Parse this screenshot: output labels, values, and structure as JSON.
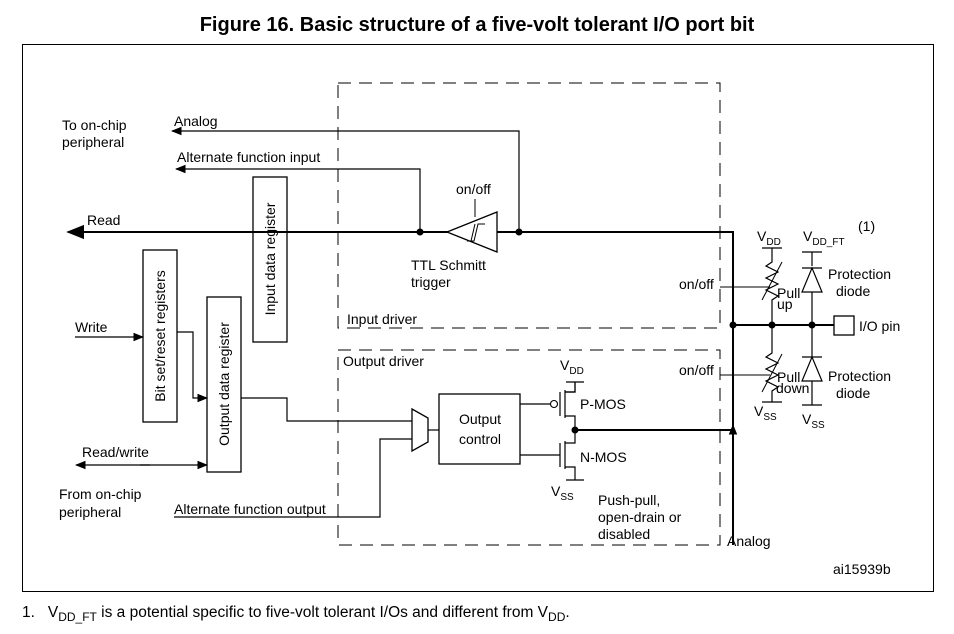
{
  "figure": {
    "title": "Figure 16. Basic structure of a five-volt tolerant I/O port bit",
    "ref_id": "ai15939b"
  },
  "labels": {
    "to_onchip_1": "To on-chip",
    "to_onchip_2": "peripheral",
    "analog_top": "Analog",
    "alt_func_input": "Alternate function input",
    "read": "Read",
    "input_data_register": "Input data register",
    "on_off_schmitt": "on/off",
    "ttl_schmitt_1": "TTL Schmitt",
    "ttl_schmitt_2": "trigger",
    "input_driver": "Input driver",
    "output_driver": "Output driver",
    "write": "Write",
    "bit_set_reset": "Bit set/reset registers",
    "output_data_register": "Output data register",
    "read_write": "Read/write",
    "from_onchip_1": "From on-chip",
    "from_onchip_2": "peripheral",
    "alt_func_output": "Alternate function output",
    "output_control_1": "Output",
    "output_control_2": "control",
    "vdd_pmos": "V",
    "vdd_sub": "DD",
    "pmos": "P-MOS",
    "nmos": "N-MOS",
    "vss_nmos": "V",
    "vss_sub": "SS",
    "push_pull_1": "Push-pull,",
    "push_pull_2": "open-drain or",
    "push_pull_3": "disabled",
    "analog_bottom": "Analog",
    "on_off_pullup": "on/off",
    "on_off_pulldown": "on/off",
    "pull_up_1": "Pull",
    "pull_up_2": "up",
    "pull_down_1": "Pull",
    "pull_down_2": "down",
    "vdd_right": "V",
    "vdd_right_sub": "DD",
    "vdd_ft": "V",
    "vdd_ft_sub": "DD_FT",
    "footnote_mark": "(1)",
    "protection_diode_top_1": "Protection",
    "protection_diode_top_2": "diode",
    "protection_diode_bot_1": "Protection",
    "protection_diode_bot_2": "diode",
    "io_pin": "I/O pin",
    "vss_pulldown": "V",
    "vss_pulldown_sub": "SS",
    "vss_diode": "V",
    "vss_diode_sub": "SS"
  },
  "footnote": {
    "number": "1.",
    "text_a": "V",
    "sub_a": "DD_FT",
    "text_b": " is a potential specific to five-volt tolerant I/Os and different from V",
    "sub_b": "DD",
    "text_c": "."
  }
}
